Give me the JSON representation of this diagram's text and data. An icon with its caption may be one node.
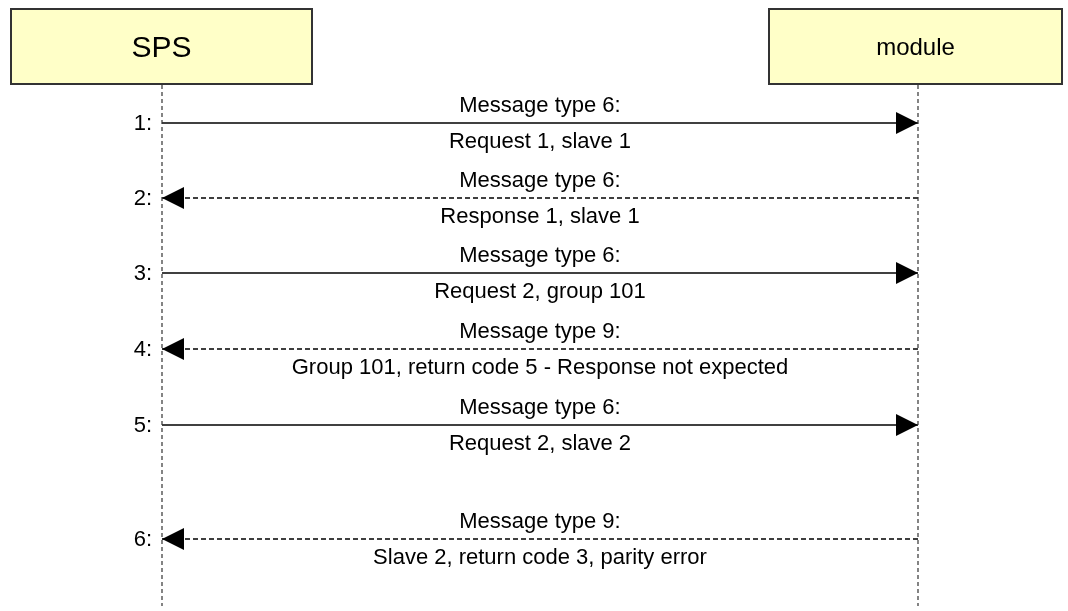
{
  "diagram": {
    "nodes": [
      {
        "text": [
          "SPS"
        ]
      },
      {
        "text": [
          "module"
        ]
      }
    ],
    "edges": [
      {
        "from": 0,
        "to": 1,
        "arrow": "to",
        "label": "Message type 6: Request 1, slave 1"
      },
      {
        "from": 1,
        "to": 0,
        "arrow": "to",
        "style": "dashed",
        "label": "Message type 6: Response 1, slave 1"
      },
      {
        "from": 0,
        "to": 1,
        "arrow": "to",
        "label": "Message type 6: Request 2, group 101"
      },
      {
        "from": 1,
        "to": 0,
        "arrow": "to",
        "style": "dashed",
        "label": "Message type 9: Group 101, return code 5 - Response not expected"
      },
      {
        "from": 0,
        "to": 1,
        "arrow": "to",
        "label": "Message type 6: Request 2, slave 2"
      },
      {
        "from": 1,
        "to": 0,
        "arrow": "to",
        "style": "dashed",
        "label": "Message type 9: Slave 2, return code 3, parity error"
      }
    ],
    "labels": [
      "1:",
      "2:",
      "3:",
      "4:",
      "5:",
      "6:"
    ]
  }
}
